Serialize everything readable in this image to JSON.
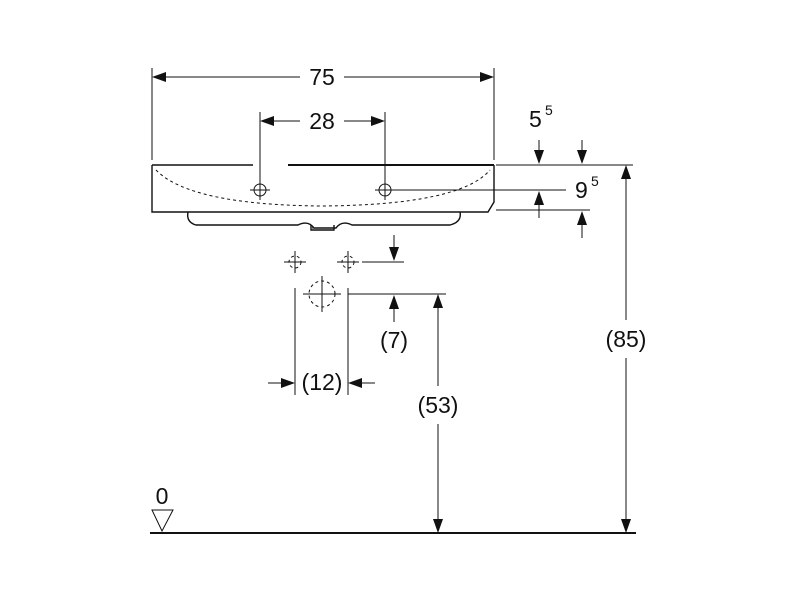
{
  "dimensions": {
    "overall_width": "75",
    "tap_hole_spacing": "28",
    "rim_thickness": {
      "base": "5",
      "sup": "5"
    },
    "tap_hole_depth": {
      "base": "9",
      "sup": "5"
    },
    "connection_spacing": "(12)",
    "connection_vertical_offset": "(7)",
    "connection_height": "(53)",
    "rim_height": "(85)",
    "floor_level": "0"
  }
}
